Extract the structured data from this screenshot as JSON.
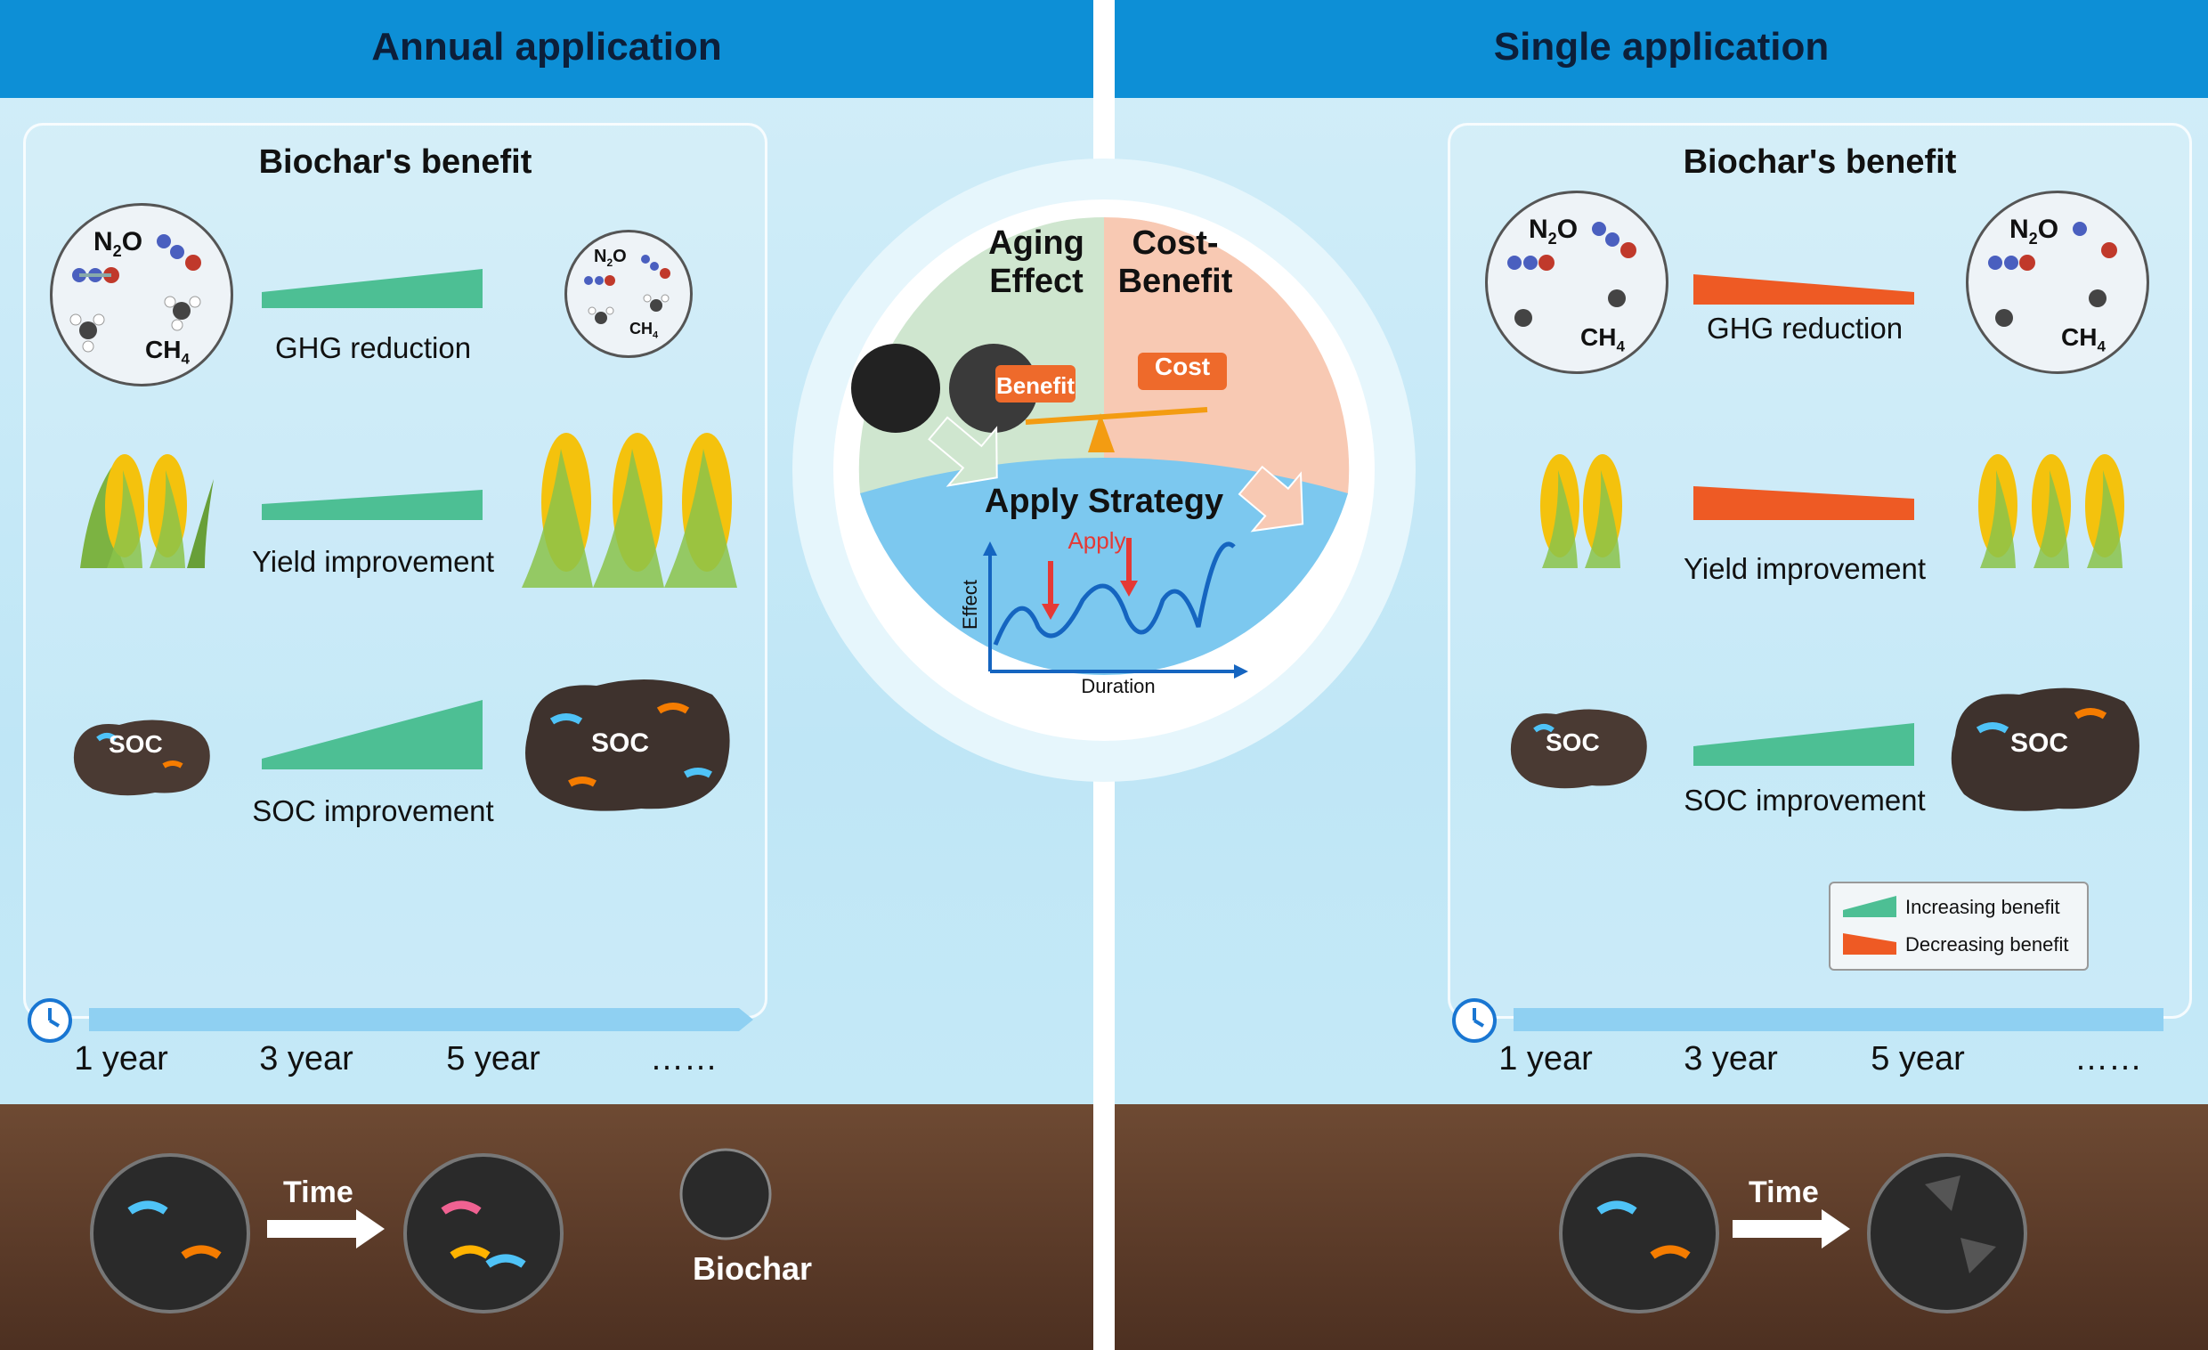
{
  "left": {
    "banner_title": "Annual application",
    "box_title": "Biochar's benefit",
    "rows": [
      {
        "label": "GHG reduction"
      },
      {
        "label": "Yield improvement"
      },
      {
        "label": "SOC improvement"
      }
    ],
    "timeline": [
      "1 year",
      "3 year",
      "5 year",
      "……"
    ],
    "time_label": "Time",
    "biochar_label": "Biochar"
  },
  "right": {
    "banner_title": "Single application",
    "box_title": "Biochar's benefit",
    "rows": [
      {
        "label": "GHG reduction"
      },
      {
        "label": "Yield improvement"
      },
      {
        "label": "SOC improvement"
      }
    ],
    "timeline": [
      "1 year",
      "3 year",
      "5 year",
      "……"
    ],
    "time_label": "Time"
  },
  "molecules": {
    "n2o_main": "N",
    "n2o_sub": "2",
    "n2o_tail": "O",
    "ch4_main": "CH",
    "ch4_sub": "4"
  },
  "soc_label": "SOC",
  "legend": {
    "increasing": "Increasing benefit",
    "decreasing": "Decreasing benefit"
  },
  "center": {
    "aging_line1": "Aging",
    "aging_line2": "Effect",
    "cost_line1": "Cost-",
    "cost_line2": "Benefit",
    "benefit_tag": "Benefit",
    "cost_tag": "Cost",
    "strategy_title": "Apply Strategy",
    "apply_label": "Apply",
    "x_axis": "Duration",
    "y_axis": "Effect"
  },
  "colors": {
    "increasing": "#4dbf94",
    "decreasing": "#ee5a24",
    "banner": "#0d8fd6",
    "aging_bg": "#cfe6cf",
    "cost_bg": "#f8c9b3",
    "strategy_bg": "#7cc8ef"
  }
}
